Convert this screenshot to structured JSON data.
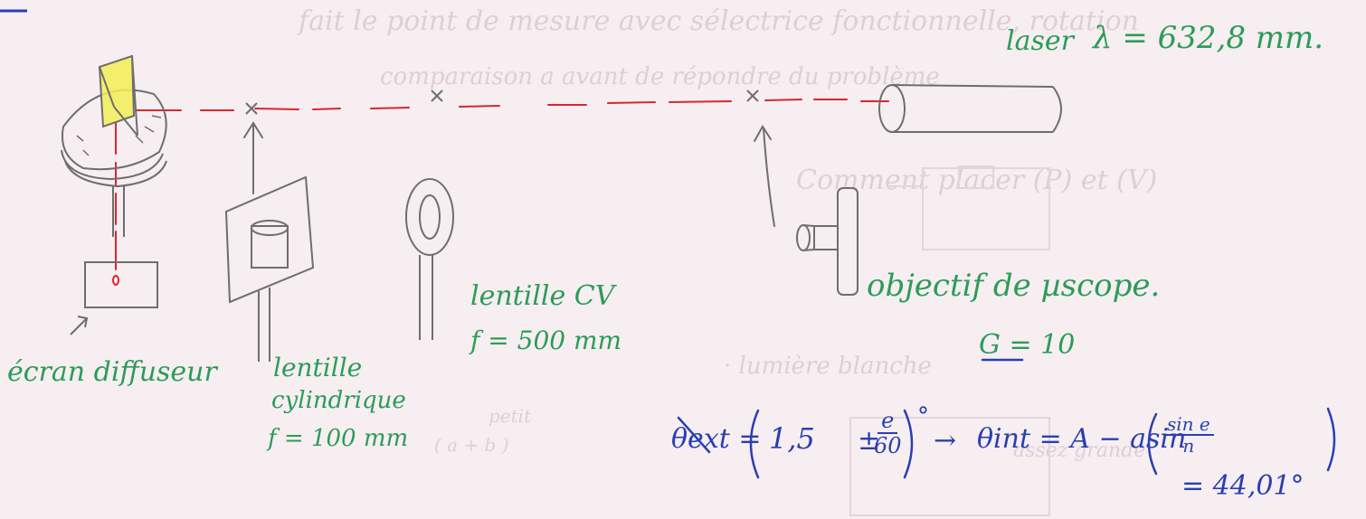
{
  "laser": {
    "label": "laser",
    "wavelength": "λ = 632,8 mm."
  },
  "components": {
    "screen": {
      "label": "écran diffuseur"
    },
    "cyl_lens": {
      "label_line1": "lentille",
      "label_line2": "cylindrique",
      "label_line3": "f = 100 mm"
    },
    "cv_lens": {
      "label_line1": "lentille CV",
      "label_line2": "f = 500 mm"
    },
    "objective": {
      "label": "objectif de µscope.",
      "magnification": "G = 10"
    }
  },
  "formula": {
    "theta_ext": "θext =",
    "value": "1,5",
    "pm": "±",
    "frac_num": "e",
    "frac_den": "60",
    "degree": "°",
    "arrow": "→",
    "theta_int": "θint = A − asin",
    "frac2_num": "sin e",
    "frac2_den": "n",
    "result": "= 44,01°"
  },
  "bleed_text": {
    "line1": "fait le point de mesure avec sélectrice fonctionnelle, rotation",
    "line2": "comparaison a avant de répondre du problème",
    "line3": "Comment placer (P) et (V)",
    "line4": "· lumière blanche",
    "line5": "petit",
    "line6": "( a + b )",
    "line7": "assez grande"
  },
  "colors": {
    "pencil": "#6e6e6e",
    "beam": "#d8262e",
    "green_ink": "#2c9c58",
    "blue_ink": "#2a3fb0",
    "highlight": "#f2ef55"
  }
}
